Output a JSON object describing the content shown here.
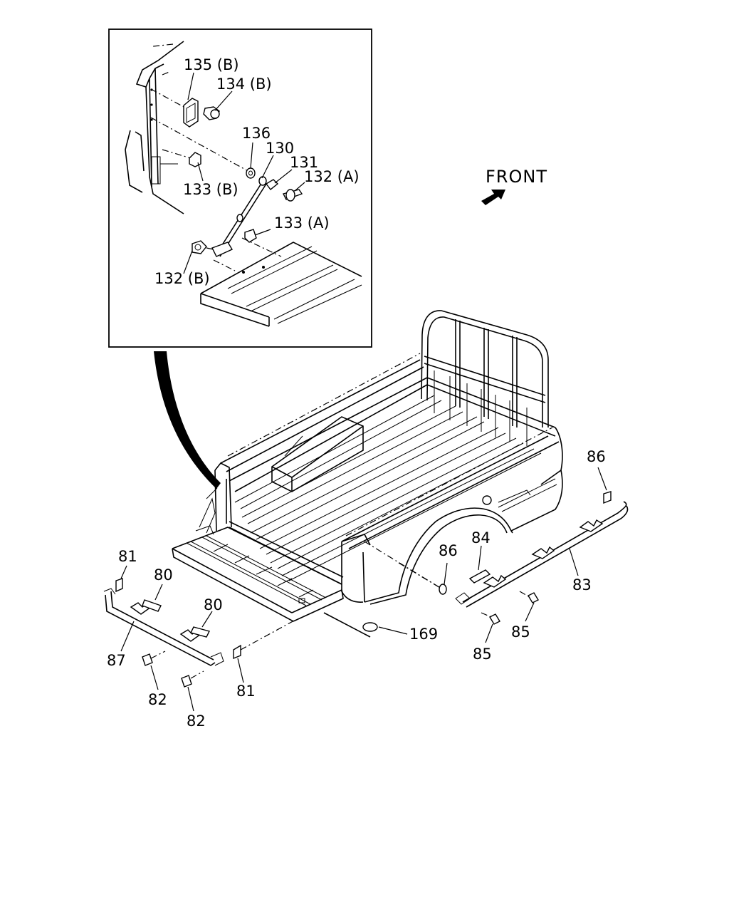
{
  "direction": {
    "label": "FRONT",
    "arrow_icon": "front-arrow-icon"
  },
  "inset_callouts": [
    {
      "id": "c135b",
      "text": "135 (B)"
    },
    {
      "id": "c134b",
      "text": "134 (B)"
    },
    {
      "id": "c136",
      "text": "136"
    },
    {
      "id": "c130",
      "text": "130"
    },
    {
      "id": "c131",
      "text": "131"
    },
    {
      "id": "c132a",
      "text": "132 (A)"
    },
    {
      "id": "c133b",
      "text": "133 (B)"
    },
    {
      "id": "c133a",
      "text": "133 (A)"
    },
    {
      "id": "c132b",
      "text": "132 (B)"
    }
  ],
  "main_callouts": [
    {
      "id": "c86a",
      "text": "86"
    },
    {
      "id": "c84",
      "text": "84"
    },
    {
      "id": "c86b",
      "text": "86"
    },
    {
      "id": "c83",
      "text": "83"
    },
    {
      "id": "c85a",
      "text": "85"
    },
    {
      "id": "c85b",
      "text": "85"
    },
    {
      "id": "c169",
      "text": "169"
    },
    {
      "id": "c81a",
      "text": "81"
    },
    {
      "id": "c80a",
      "text": "80"
    },
    {
      "id": "c80b",
      "text": "80"
    },
    {
      "id": "c87",
      "text": "87"
    },
    {
      "id": "c82a",
      "text": "82"
    },
    {
      "id": "c82b",
      "text": "82"
    },
    {
      "id": "c81b",
      "text": "81"
    }
  ]
}
